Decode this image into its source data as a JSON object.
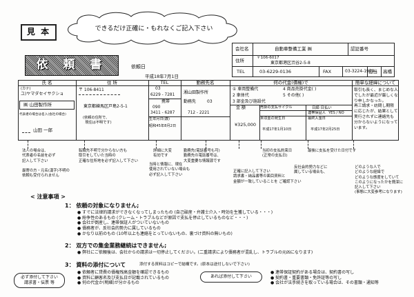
{
  "stamp": "見 本",
  "cloud_top": "できるだけ正確に・もれなくご記入下さい",
  "title_banner": "依 頼 書",
  "request_date_label": "依頼日",
  "request_date": "平成18年7月1日",
  "company": {
    "name_label": "会社名",
    "name_value": "自動車整備工業 ㈱",
    "approval_label": "認証番号",
    "address_label": "住所",
    "postal": "〒106-6017",
    "address": "東京都港区渋谷2-5-8",
    "tel_label": "TEL",
    "tel": "03-6229-0136",
    "fax_label": "FAX",
    "fax": "03-3224-1979",
    "manager_label": "担当",
    "manager": "高橋"
  },
  "table": {
    "h_name": "氏 名",
    "h_address": "住 所",
    "h_tel": "TEL",
    "h_work": "勤務先名",
    "h_content": "何の代金(債権)で",
    "h_reason": "簡単な経緯について",
    "kana_label": "(カナ)",
    "kana_value": "ユ)ヤマダセイサクショ",
    "name_value": "㈱ 山田製作所",
    "rep_label": "代表者の場合は名入(会社の場合)",
    "rep_name": "山田 一郎",
    "postal": "〒 106-8411",
    "address_value": "東京都練馬区戸島2-5-1",
    "address_note": "(依頼の住所で、\n  現住は不明です)",
    "tel_area1": "03",
    "tel_num1": "6229 - 7281",
    "mobile_label": "携帯",
    "tel_area2": "090",
    "tel_num2": "3411 - 6287",
    "birth_label": "生年月日(歳)",
    "birth_value": "昭和45年8月2日",
    "work_name": "湘山田製作所",
    "work_label": "勤務先",
    "work_tel_area": "03",
    "work_tel": "712 - 2221",
    "opt1": "① 車両整備代",
    "opt2": "2 車体代",
    "opt3": "3 部金及び施設代",
    "opt4": "4 商品売掛代金(     )",
    "opt5": "5 その他(     )",
    "amount_label": "金 額",
    "amount_value": "¥325,000",
    "cycle_label": "売掛の支払サイクル",
    "cycle_sub": "未収金の発生日",
    "cycle_value": "平成17年1月10日",
    "dates_label": "日締   日払い",
    "guarantor_label": "連帯保証人",
    "guarantor_opt": "YES / NO",
    "last_payment_label": "最終入金日",
    "last_payment_value": "平成17年2月25日",
    "reason_text": "取引も長く、まじめな人\nでしたが最近が厳しくな\nり申しかなった。\n再三請求・訪問し期限\nに応じたが、結果として\n実行されずに連絡先も\n分からないようになって\nいます。"
  },
  "notes": {
    "n1": "法人の場合は、\n代表者の名前を必ず\n記入して下さい\n\n最寄の方・元名(漢字)不明の\n依頼も受付られません",
    "n2": "転職先不明で分からない方も\n取引をしていた当時の\n正確な住所地を必ず記入して下さい",
    "n3": "詳細に大変\n有効です",
    "n4": "当時と情報に、現在\n使用されていない場合も\n必ず記入して下さい",
    "n5": "勤務先(電話番号も可)\n勤務先の電話番号は、\n大変重要な情報源です",
    "n6": "正確に記入して下さい\n請求書・納品書等の面目資料と\n金額が一致していることを ご確認下さい",
    "n7": "当初の支払約束日\n(正常の支払日)",
    "n8": "最後に支払を受けた日付です",
    "n9": "反社会的勢力などに\n属している場合も、",
    "n10": "どのような人で\nどのような経緯で\nどのような態度をしていて\nこのようになったかを簡潔に\n記入して下さい\n(事態に大変参考になります)"
  },
  "caution_title": "< 注意事項 >",
  "s1": {
    "title": "1： 依頼の対象になりません;",
    "items": "● すでに法律的請求ができなくなってしまったもの (自己破産・弁護士介入・時効を生獲している・・・)\n● 紛争性のあるもの (クレーム・トラブルなどが原因で支払を停止しているものなど・・・)\n● 会社が倒産し、連帯保証人がついていないもの\n● 債務者が、反社会的勢力に属しているもの\n● かなり以前のもの (10年以上も連絡をとっていないもの、裏づけ資料の無いもの)"
  },
  "s2": {
    "title": "2： 双方での集金業務継続はできません;",
    "items": "● 弊社にご依頼後は、会社からの請求は一切停止してください。(二重請求により債務者が混乱し、トラブルの元凶になります)"
  },
  "s3": {
    "title": "3： 資料の添付について",
    "subtitle": "添付する資料はコピーで結構です。(原本は送付しないで下さい)",
    "items_left": "● 依頼者に貸費の債権残高金額を確認できるもの\n● 資料に顧客名及び支払日が記載されているもの\n● 何の代金か(明細)が分かるもの",
    "items_right": "● 連帯保証契約がある場合は、契約書の写し\n● 契約書・重要書類・免許証等の写し\n● 会社が法手続きを取っている場合は、その書類・通知等"
  },
  "bubble_left": "必ず添付して下さい\n請求書・伝票 等",
  "bubble_right": "あれば添付して下さい"
}
